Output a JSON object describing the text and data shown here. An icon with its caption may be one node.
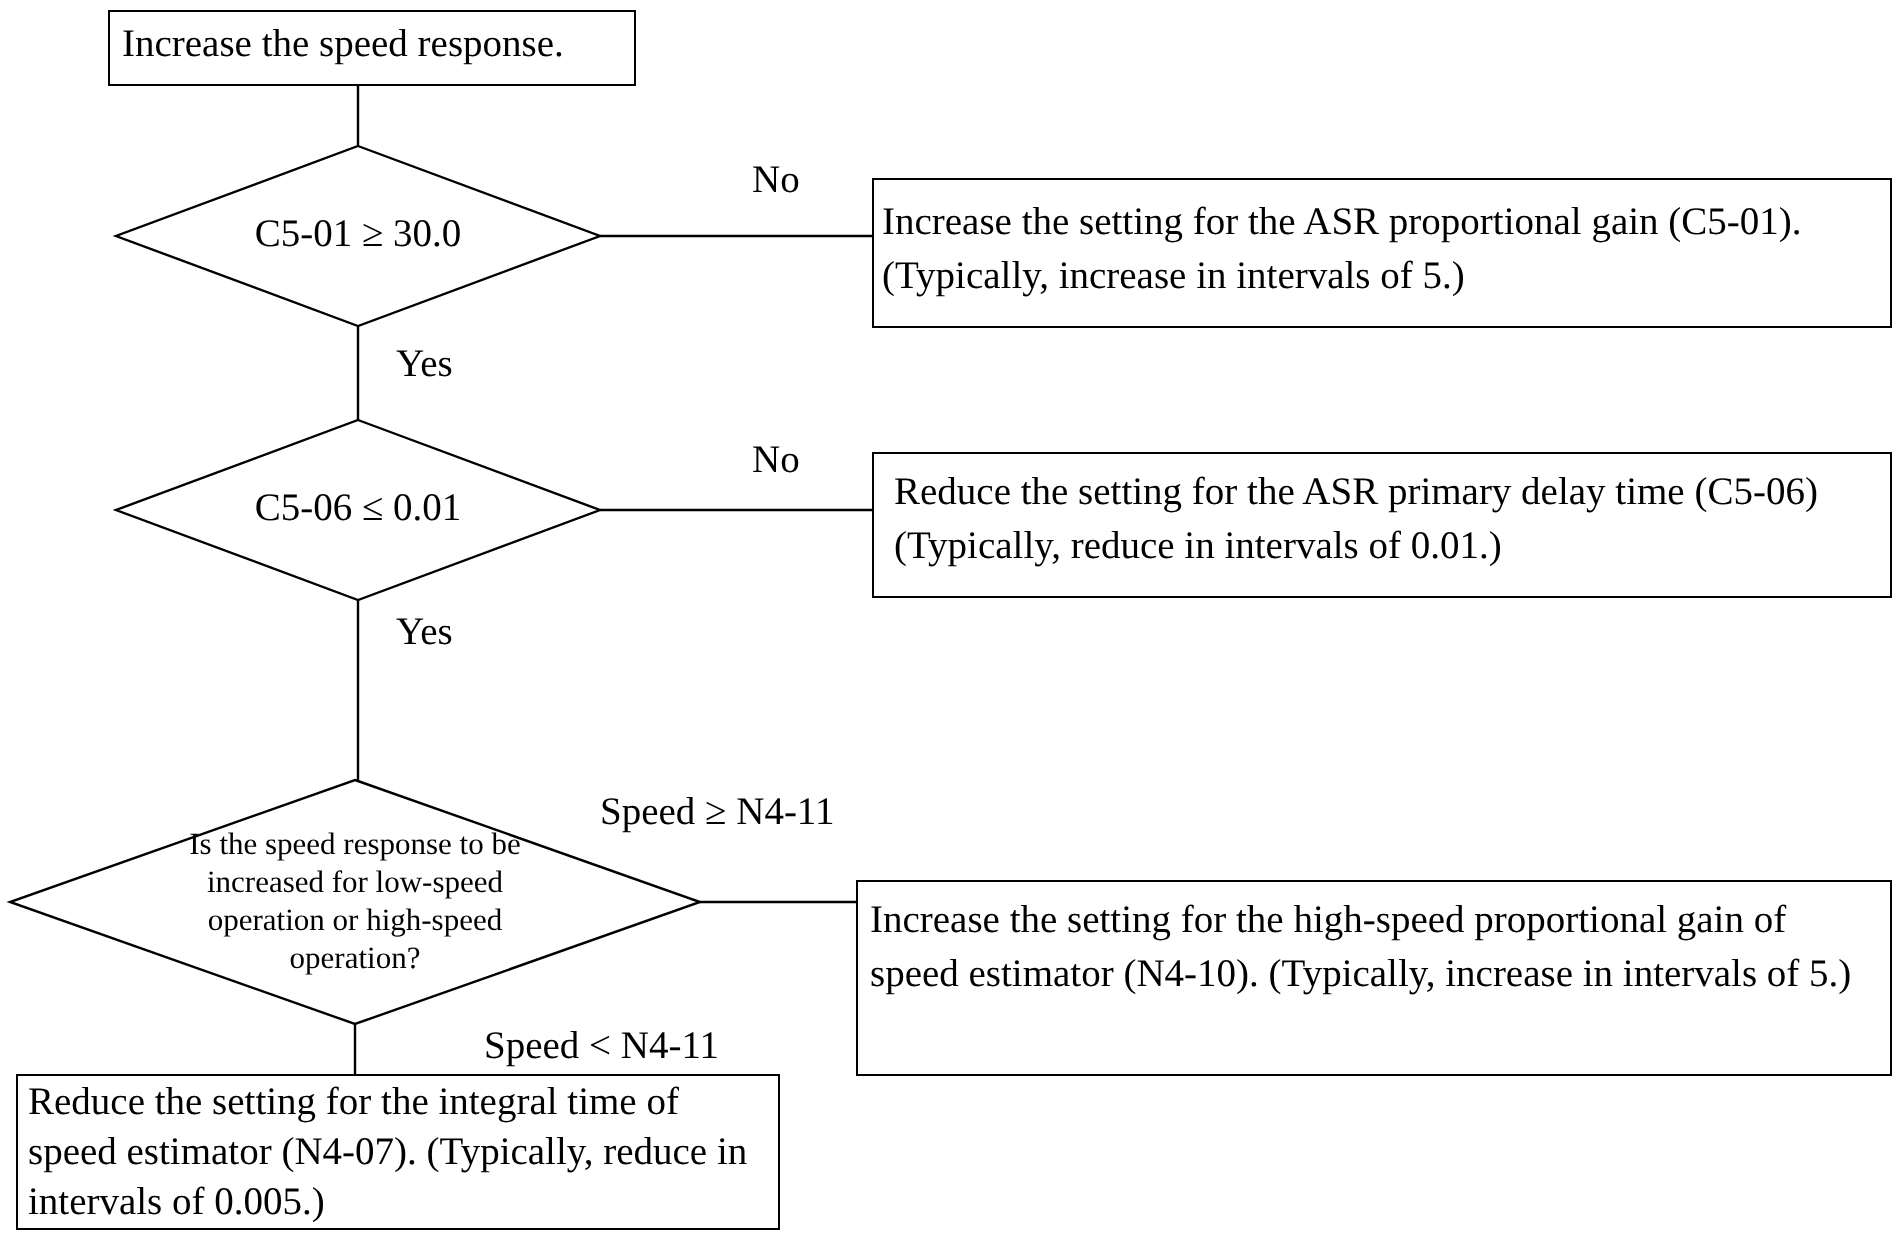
{
  "diagram": {
    "nodes": [
      {
        "text": [
          "Increase the speed response."
        ]
      },
      {
        "text": [
          "C5-01 ≥ 30.0"
        ]
      },
      {
        "text": [
          "Increase the setting for the ASR proportional gain (C5-01). (Typically, increase in intervals of 5.)"
        ]
      },
      {
        "text": [
          "C5-06 ≤ 0.01"
        ]
      },
      {
        "text": [
          "Reduce the setting for the ASR primary delay time (C5-06) (Typically, reduce in intervals of 0.01.)"
        ]
      },
      {
        "text": [
          "Is the speed response to be increased for low-speed operation or high-speed operation?"
        ]
      },
      {
        "text": [
          "Increase the setting for the high-speed proportional gain of speed estimator (N4-10). (Typically, increase in intervals of 5.)"
        ]
      },
      {
        "text": [
          "Reduce the setting for the integral time of speed estimator (N4-07). (Typically, reduce in intervals of 0.005.)"
        ]
      }
    ],
    "edges": [
      {
        "from": 0,
        "to": 1,
        "arrow": "none"
      },
      {
        "from": 1,
        "to": 2,
        "arrow": "none",
        "label": "No"
      },
      {
        "from": 1,
        "to": 3,
        "arrow": "none",
        "label": "Yes"
      },
      {
        "from": 3,
        "to": 4,
        "arrow": "none",
        "label": "No"
      },
      {
        "from": 3,
        "to": 5,
        "arrow": "none",
        "label": "Yes"
      },
      {
        "from": 5,
        "to": 6,
        "arrow": "none",
        "label": "Speed ≥ N4-11"
      },
      {
        "from": 5,
        "to": 7,
        "arrow": "none",
        "label": "Speed < N4-11"
      }
    ]
  }
}
